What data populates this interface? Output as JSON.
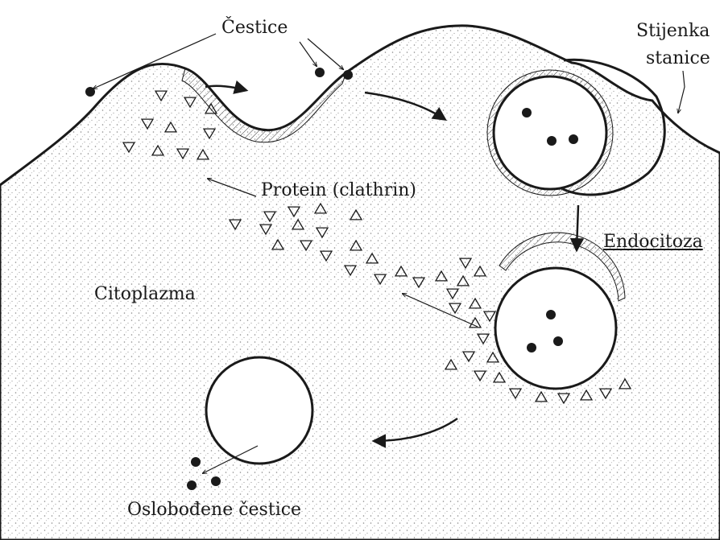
{
  "labels": {
    "particles": "Čestice",
    "wall": "Stijenka stanice",
    "wall_line1": "Stijenka",
    "wall_line2": "stanice",
    "protein": "Protein (clathrin)",
    "cytoplasm": "Citoplazma",
    "endocytosis": "Endocitoza",
    "released": "Oslobođene čestice"
  },
  "colors": {
    "ink": "#1a1a1a",
    "stipple": "#8a8a8a",
    "background": "#ffffff"
  },
  "icons": [
    "particle-dot",
    "clathrin-triangle",
    "arrow"
  ]
}
